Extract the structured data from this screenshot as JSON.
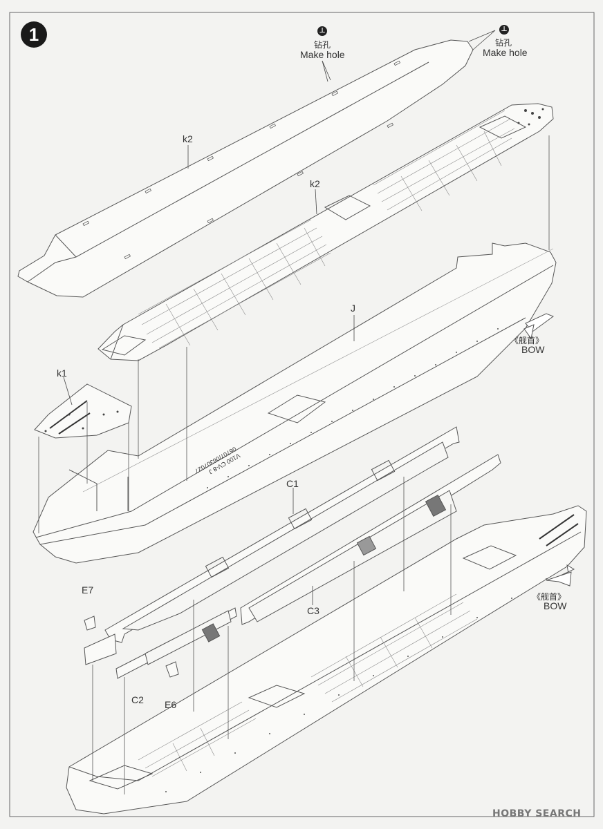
{
  "step": {
    "number": "1"
  },
  "callouts": {
    "make_hole_1": {
      "cn": "钻孔",
      "en": "Make hole"
    },
    "make_hole_2": {
      "cn": "钻孔",
      "en": "Make hole"
    }
  },
  "part_labels": {
    "k2_top": "k2",
    "k2_mid": "k2",
    "j": "J",
    "k1": "k1",
    "c1": "C1",
    "c3": "C3",
    "c2": "C2",
    "e7": "E7",
    "e6": "E6"
  },
  "bow_markers": {
    "upper": {
      "cn": "《舰首》",
      "en": "BOW"
    },
    "lower": {
      "cn": "《舰首》",
      "en": "BOW"
    }
  },
  "hull_stamp": {
    "line1": "V100  CV-8  J",
    "line2": "06707/06307027"
  },
  "watermark": {
    "text": "HOBBY SEARCH"
  },
  "icons": {
    "drill": "drill-icon",
    "bow_arrow": "arrow-icon"
  },
  "colors": {
    "ink": "#333333",
    "paper": "#f3f3f1"
  }
}
